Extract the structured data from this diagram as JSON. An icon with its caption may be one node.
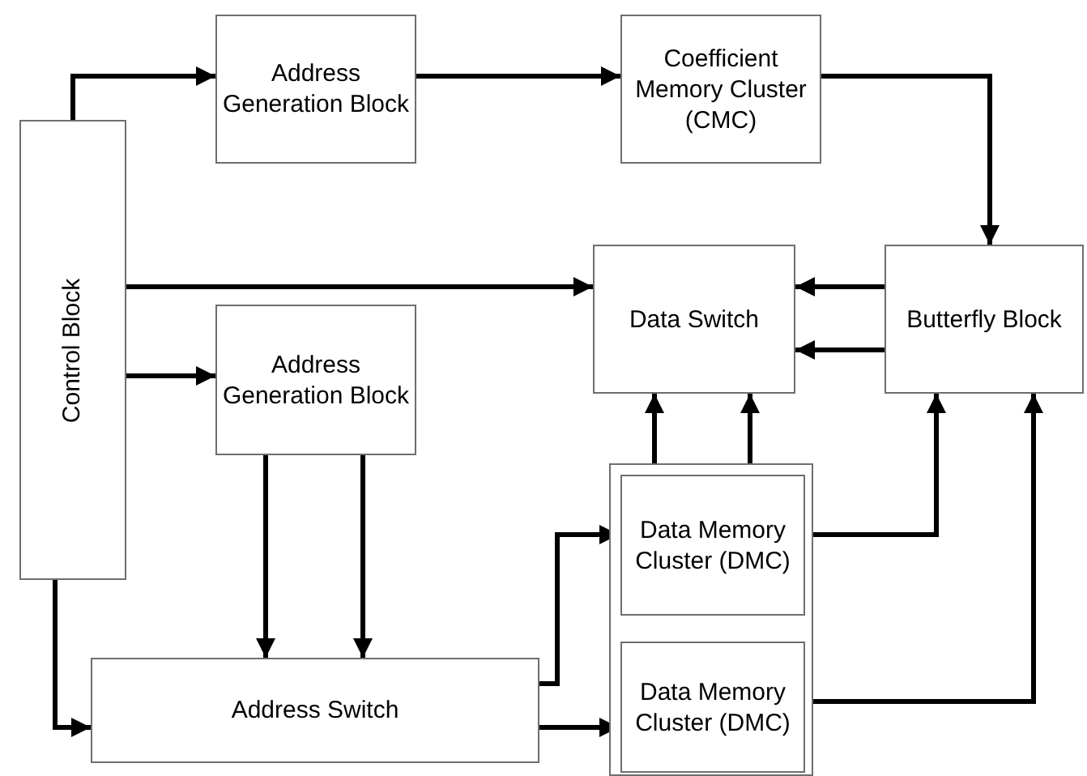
{
  "diagram": {
    "nodes": [
      {
        "text": [
          "Control Block"
        ]
      },
      {
        "text": [
          "Address Generation Block"
        ]
      },
      {
        "text": [
          "Coefficient Memory Cluster (CMC)"
        ]
      },
      {
        "text": [
          "Data Switch"
        ]
      },
      {
        "text": [
          "Butterfly Block"
        ]
      },
      {
        "text": [
          "Address Generation Block"
        ]
      },
      {
        "text": [
          "Address Switch"
        ]
      },
      {
        "text": [],
        "shape": "box"
      },
      {
        "text": [
          "Data Memory Cluster (DMC)"
        ],
        "in": 7
      },
      {
        "text": [
          "Data Memory Cluster (DMC)"
        ],
        "in": 7
      }
    ],
    "edges": [
      {
        "from": 0,
        "to": 1,
        "arrow": "to"
      },
      {
        "from": 1,
        "to": 2,
        "arrow": "to"
      },
      {
        "from": 2,
        "to": 4,
        "arrow": "to"
      },
      {
        "from": 0,
        "to": 3,
        "arrow": "to"
      },
      {
        "from": 4,
        "to": 3,
        "arrow": "to"
      },
      {
        "from": 4,
        "to": 3,
        "arrow": "to"
      },
      {
        "from": 0,
        "to": 5,
        "arrow": "to"
      },
      {
        "from": 5,
        "to": 6,
        "arrow": "to"
      },
      {
        "from": 5,
        "to": 6,
        "arrow": "to"
      },
      {
        "from": 0,
        "to": 6,
        "arrow": "to"
      },
      {
        "from": 6,
        "to": 8,
        "arrow": "to"
      },
      {
        "from": 6,
        "to": 9,
        "arrow": "to"
      },
      {
        "from": 7,
        "to": 3,
        "arrow": "to"
      },
      {
        "from": 7,
        "to": 3,
        "arrow": "to"
      },
      {
        "from": 8,
        "to": 4,
        "arrow": "to"
      },
      {
        "from": 9,
        "to": 4,
        "arrow": "to"
      }
    ]
  }
}
